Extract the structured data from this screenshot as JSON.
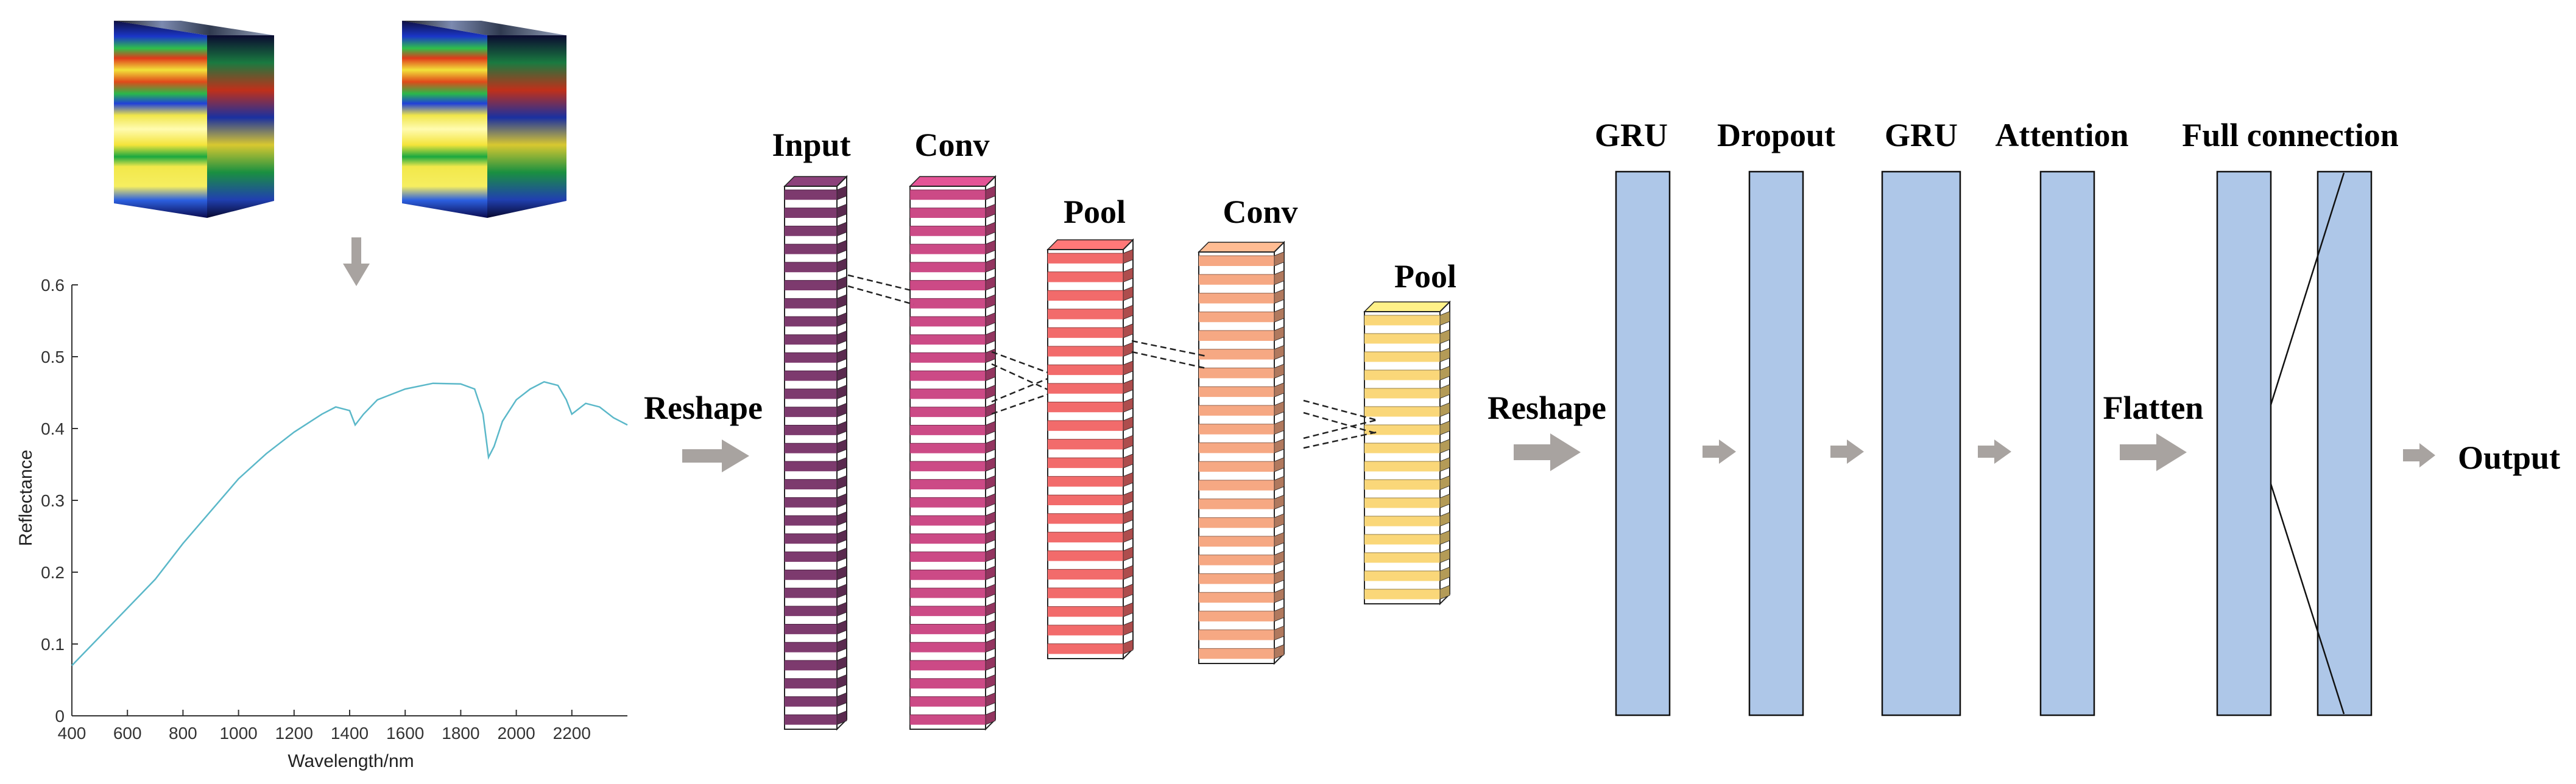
{
  "colors": {
    "input": "#7d3a6e",
    "conv1": "#cc4a86",
    "pool1": "#f26b6b",
    "conv2": "#f6a883",
    "pool2": "#fad779",
    "rnn_block": "#aec7e8",
    "arrow": "#a8a3a0",
    "spectrum": "#5bb8c9"
  },
  "labels": {
    "input": "Input",
    "conv1": "Conv",
    "pool1": "Pool",
    "conv2": "Conv",
    "pool2": "Pool",
    "reshape1": "Reshape",
    "reshape2": "Reshape",
    "gru1": "GRU",
    "dropout": "Dropout",
    "gru2": "GRU",
    "attention": "Attention",
    "flatten": "Flatten",
    "full_connection": "Full connection",
    "output": "Output"
  },
  "chart_data": {
    "type": "line",
    "xlabel": "Wavelength/nm",
    "ylabel": "Reflectance",
    "xlim": [
      400,
      2400
    ],
    "ylim": [
      0,
      0.6
    ],
    "xticks": [
      400,
      600,
      800,
      1000,
      1200,
      1400,
      1600,
      1800,
      2000,
      2200
    ],
    "yticks": [
      0,
      0.1,
      0.2,
      0.3,
      0.4,
      0.5,
      0.6
    ],
    "tick_labels_x": [
      "400",
      "600",
      "800",
      "1000",
      "1200",
      "1400",
      "1600",
      "1800",
      "2000",
      "2200"
    ],
    "tick_labels_y": [
      "0",
      "0.1",
      "0.2",
      "0.3",
      "0.4",
      "0.5",
      "0.6"
    ],
    "grid": false,
    "series": [
      {
        "x": [
          400,
          500,
          600,
          700,
          800,
          900,
          1000,
          1100,
          1200,
          1300,
          1350,
          1400,
          1420,
          1450,
          1500,
          1600,
          1700,
          1800,
          1850,
          1880,
          1900,
          1920,
          1950,
          2000,
          2050,
          2100,
          2150,
          2180,
          2200,
          2250,
          2300,
          2350,
          2400
        ],
        "y": [
          0.07,
          0.11,
          0.15,
          0.19,
          0.24,
          0.285,
          0.33,
          0.365,
          0.395,
          0.42,
          0.43,
          0.425,
          0.405,
          0.42,
          0.44,
          0.455,
          0.463,
          0.462,
          0.455,
          0.42,
          0.36,
          0.375,
          0.41,
          0.44,
          0.455,
          0.465,
          0.46,
          0.44,
          0.42,
          0.435,
          0.43,
          0.415,
          0.405
        ]
      }
    ]
  }
}
